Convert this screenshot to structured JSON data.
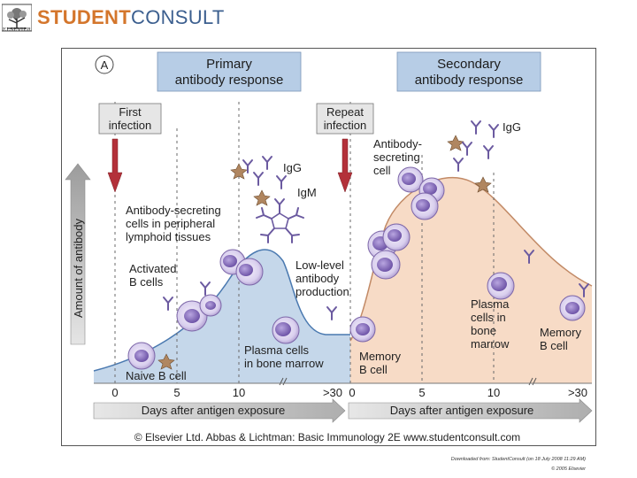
{
  "header": {
    "publisher_logo_text": "ELSEVIER",
    "brand_part1": "STUDENT",
    "brand_part2": "CONSULT"
  },
  "figure": {
    "panel_label": "A",
    "primary_title_line1": "Primary",
    "primary_title_line2": "antibody response",
    "secondary_title_line1": "Secondary",
    "secondary_title_line2": "antibody response",
    "first_infection_line1": "First",
    "first_infection_line2": "infection",
    "repeat_infection_line1": "Repeat",
    "repeat_infection_line2": "infection",
    "y_axis_label": "Amount of antibody",
    "x_axis_label_left": "Days after antigen exposure",
    "x_axis_label_right": "Days after antigen exposure",
    "ticks_left": [
      "0",
      "5",
      "10",
      ">30"
    ],
    "ticks_right": [
      "0",
      "5",
      "10",
      ">30"
    ],
    "labels": {
      "naive_b": "Naive B cell",
      "activated_b_line1": "Activated",
      "activated_b_line2": "B cells",
      "ab_secreting_lines": [
        "Antibody-secreting",
        "cells in peripheral",
        "lymphoid tissues"
      ],
      "igg_left": "IgG",
      "igm": "IgM",
      "low_level_lines": [
        "Low-level",
        "antibody",
        "production"
      ],
      "plasma_left_lines": [
        "Plasma cells",
        "in bone marrow"
      ],
      "memory_left_lines": [
        "Memory",
        "B cell"
      ],
      "ab_secreting_right_lines": [
        "Antibody-",
        "secreting",
        "cell"
      ],
      "igg_right": "IgG",
      "plasma_right_lines": [
        "Plasma",
        "cells in",
        "bone",
        "marrow"
      ],
      "memory_right_lines": [
        "Memory",
        "B cell"
      ]
    },
    "copyright": "© Elsevier Ltd. Abbas & Lichtman: Basic Immunology 2E www.studentconsult.com"
  },
  "footer": {
    "downloaded": "Downloaded from: StudentConsult (on 18 July 2008 11:29 AM)",
    "copyright": "© 2005 Elsevier"
  },
  "colors": {
    "primary_fill": "#c5d7ea",
    "secondary_fill": "#f7dbc6",
    "curve_stroke": "#4a79b0",
    "arrow_red": "#b3313a",
    "cell_purple": "#8a6fb8",
    "title_box": "#b7cde6",
    "brand_orange": "#d4762c",
    "brand_blue": "#3c5f8f"
  }
}
